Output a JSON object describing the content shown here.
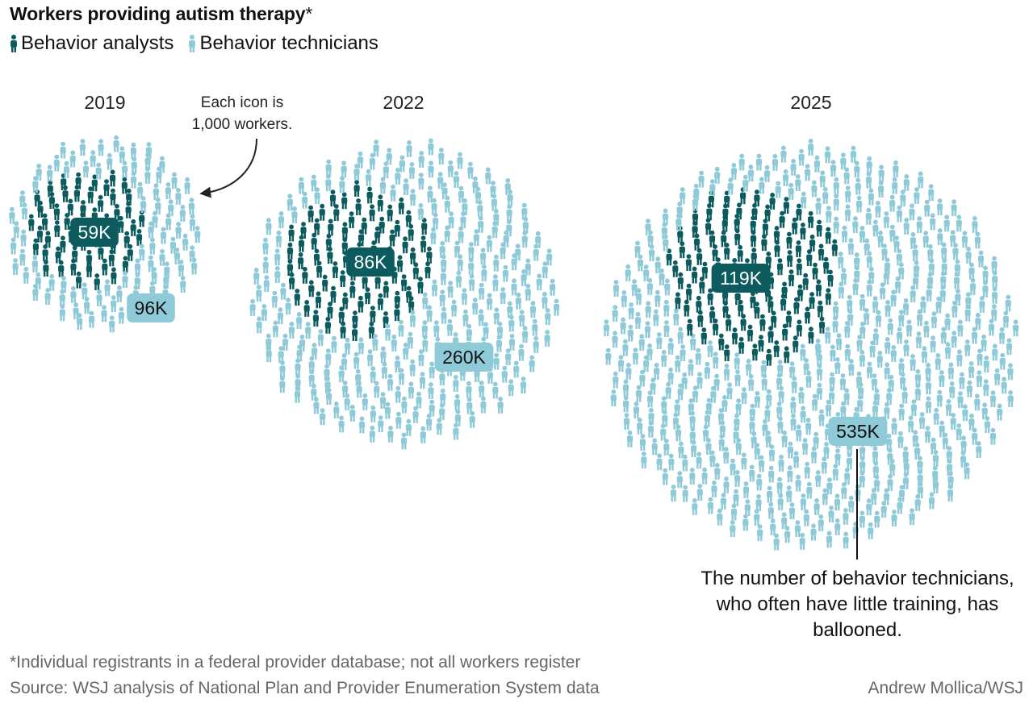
{
  "title": "Workers providing autism therapy",
  "title_mark": "*",
  "colors": {
    "analysts": "#0c5b5e",
    "technicians": "#8fcad8"
  },
  "legend": [
    {
      "name": "Behavior analysts",
      "color": "#0c5b5e"
    },
    {
      "name": "Behavior technicians",
      "color": "#8fcad8"
    }
  ],
  "annotations": {
    "icon_note": "Each icon is 1,000 workers.",
    "ballooned_note": "The number of behavior technicians, who often have little training, has ballooned."
  },
  "footnote": "*Individual registrants in a federal provider database; not all workers register",
  "source": "Source: WSJ analysis of National Plan and Provider Enumeration System data",
  "credit": "Andrew Mollica/WSJ",
  "chart_data": {
    "type": "pictogram",
    "unit": "Each icon is 1,000 workers.",
    "categories": [
      "2019",
      "2022",
      "2025"
    ],
    "series": [
      {
        "name": "Behavior analysts",
        "values": [
          59,
          86,
          119
        ],
        "labels": [
          "59K",
          "86K",
          "119K"
        ]
      },
      {
        "name": "Behavior technicians",
        "values": [
          96,
          260,
          535
        ],
        "labels": [
          "96K",
          "260K",
          "535K"
        ]
      }
    ]
  }
}
